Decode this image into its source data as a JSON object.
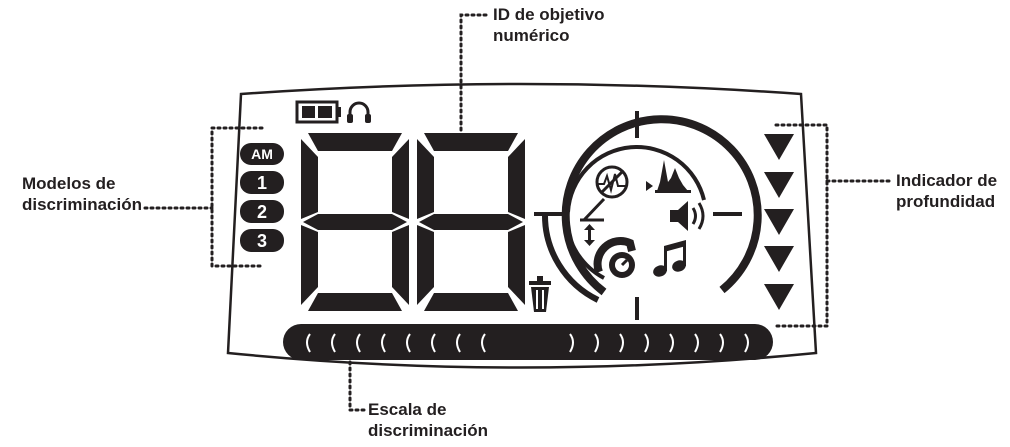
{
  "callouts": {
    "target_id": {
      "line1": "ID de objetivo",
      "line2": "numérico"
    },
    "discrimination_modes": {
      "line1": "Modelos de",
      "line2": "discriminación"
    },
    "depth_indicator": {
      "line1": "Indicador de",
      "line2": "profundidad"
    },
    "discrimination_scale": {
      "line1": "Escala de",
      "line2": "discriminación"
    }
  },
  "lcd": {
    "target_id_digits": "88",
    "mode_labels": [
      "AM",
      "1",
      "2",
      "3"
    ],
    "icons": [
      "battery-icon",
      "headphones-icon",
      "trash-icon",
      "no-interference-icon",
      "ground-peak-icon",
      "coil-icon",
      "up-down-arrow-icon",
      "sensitivity-knob-icon",
      "volume-speaker-icon",
      "music-note-icon"
    ]
  },
  "colors": {
    "ink": "#231f20",
    "background": "#ffffff"
  }
}
